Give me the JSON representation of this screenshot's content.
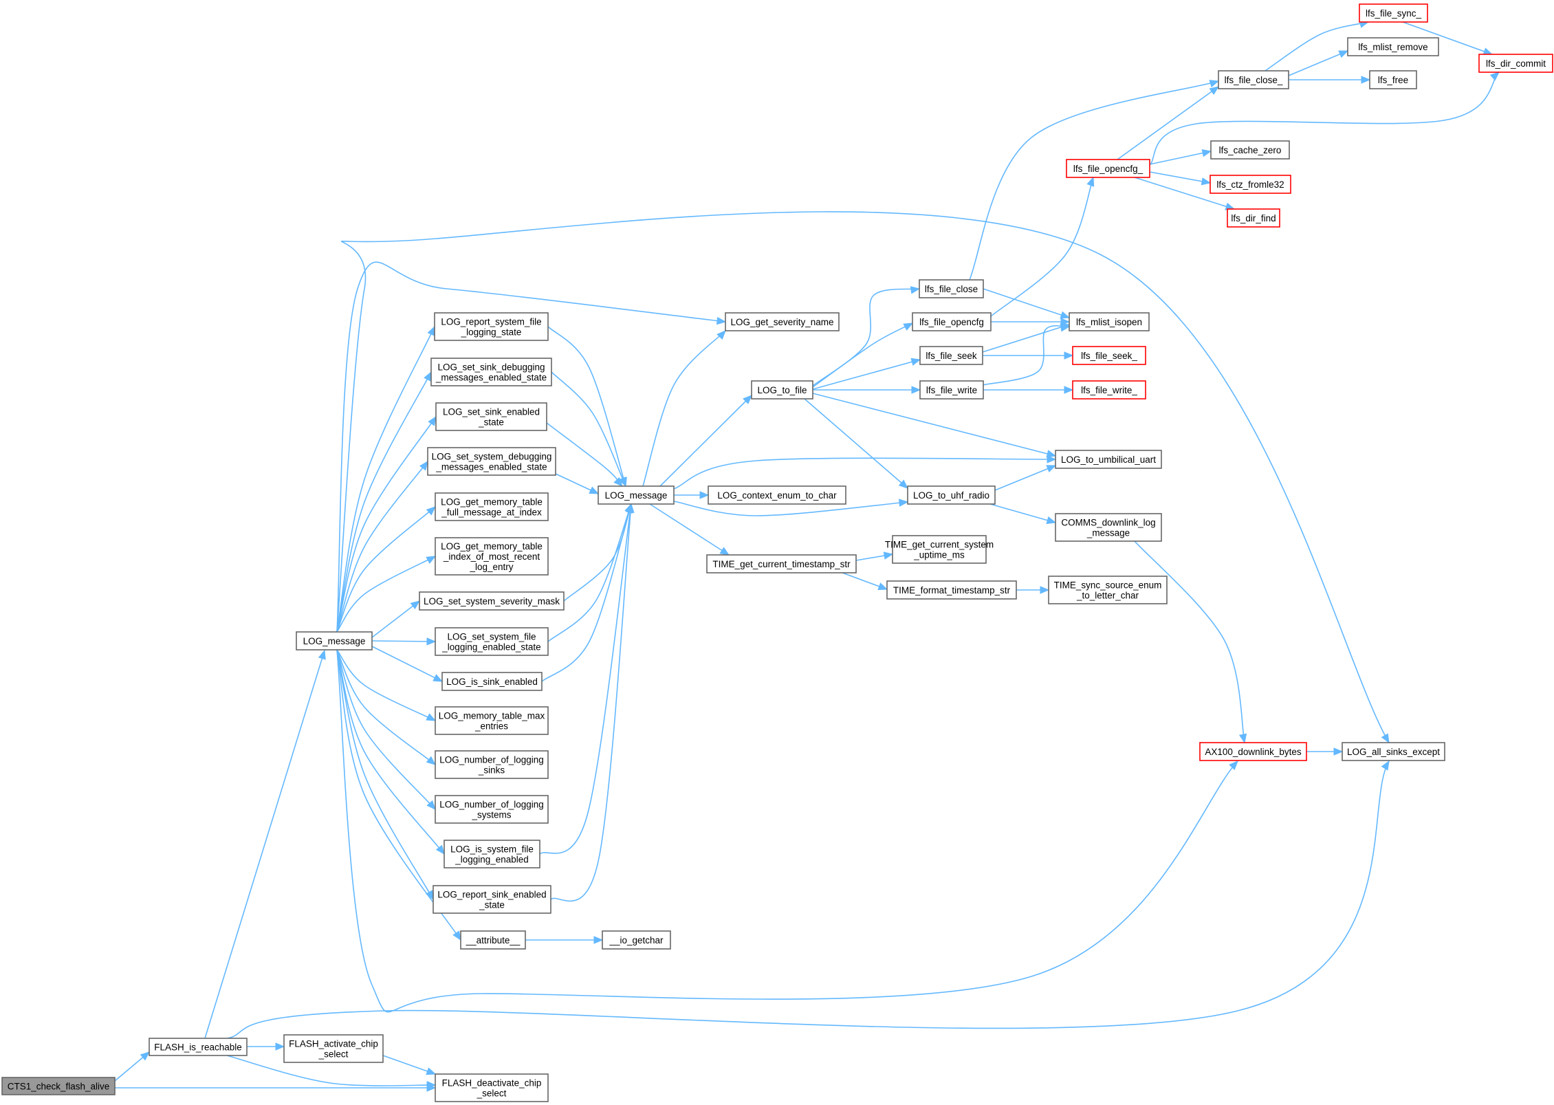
{
  "graph": {
    "nodes": {
      "cts1_check_flash_alive": {
        "lines": [
          "CTS1_check_flash_alive"
        ],
        "style": "root"
      },
      "flash_is_reachable": {
        "lines": [
          "FLASH_is_reachable"
        ],
        "style": "normal"
      },
      "flash_activate_chip_select": {
        "lines": [
          "FLASH_activate_chip",
          "_select"
        ],
        "style": "normal"
      },
      "flash_deactivate_chip_select": {
        "lines": [
          "FLASH_deactivate_chip",
          "_select"
        ],
        "style": "normal"
      },
      "log_message_left": {
        "lines": [
          "LOG_message"
        ],
        "style": "normal"
      },
      "log_report_system_file_logging_state": {
        "lines": [
          "LOG_report_system_file",
          "_logging_state"
        ],
        "style": "normal"
      },
      "log_set_sink_debugging_messages_enabled_state": {
        "lines": [
          "LOG_set_sink_debugging",
          "_messages_enabled_state"
        ],
        "style": "normal"
      },
      "log_set_sink_enabled_state": {
        "lines": [
          "LOG_set_sink_enabled",
          "_state"
        ],
        "style": "normal"
      },
      "log_set_system_debugging_messages_enabled_state": {
        "lines": [
          "LOG_set_system_debugging",
          "_messages_enabled_state"
        ],
        "style": "normal"
      },
      "log_get_memory_table_full_message_at_index": {
        "lines": [
          "LOG_get_memory_table",
          "_full_message_at_index"
        ],
        "style": "normal"
      },
      "log_get_memory_table_index_of_most_recent_log_entry": {
        "lines": [
          "LOG_get_memory_table",
          "_index_of_most_recent",
          "_log_entry"
        ],
        "style": "normal"
      },
      "log_set_system_severity_mask": {
        "lines": [
          "LOG_set_system_severity_mask"
        ],
        "style": "normal"
      },
      "log_set_system_file_logging_enabled_state": {
        "lines": [
          "LOG_set_system_file",
          "_logging_enabled_state"
        ],
        "style": "normal"
      },
      "log_is_sink_enabled": {
        "lines": [
          "LOG_is_sink_enabled"
        ],
        "style": "normal"
      },
      "log_memory_table_max_entries": {
        "lines": [
          "LOG_memory_table_max",
          "_entries"
        ],
        "style": "normal"
      },
      "log_number_of_logging_sinks": {
        "lines": [
          "LOG_number_of_logging",
          "_sinks"
        ],
        "style": "normal"
      },
      "log_number_of_logging_systems": {
        "lines": [
          "LOG_number_of_logging",
          "_systems"
        ],
        "style": "normal"
      },
      "log_is_system_file_logging_enabled": {
        "lines": [
          "LOG_is_system_file",
          "_logging_enabled"
        ],
        "style": "normal"
      },
      "log_report_sink_enabled_state": {
        "lines": [
          "LOG_report_sink_enabled",
          "_state"
        ],
        "style": "normal"
      },
      "attribute": {
        "lines": [
          "__attribute__"
        ],
        "style": "normal"
      },
      "io_getchar": {
        "lines": [
          "__io_getchar"
        ],
        "style": "normal"
      },
      "log_message_mid": {
        "lines": [
          "LOG_message"
        ],
        "style": "normal"
      },
      "log_get_severity_name": {
        "lines": [
          "LOG_get_severity_name"
        ],
        "style": "normal"
      },
      "log_to_file": {
        "lines": [
          "LOG_to_file"
        ],
        "style": "normal"
      },
      "log_context_enum_to_char": {
        "lines": [
          "LOG_context_enum_to_char"
        ],
        "style": "normal"
      },
      "time_get_current_timestamp_str": {
        "lines": [
          "TIME_get_current_timestamp_str"
        ],
        "style": "normal"
      },
      "time_get_current_system_uptime_ms": {
        "lines": [
          "TIME_get_current_system",
          "_uptime_ms"
        ],
        "style": "normal"
      },
      "time_format_timestamp_str": {
        "lines": [
          "TIME_format_timestamp_str"
        ],
        "style": "normal"
      },
      "time_sync_source_enum_to_letter_char": {
        "lines": [
          "TIME_sync_source_enum",
          "_to_letter_char"
        ],
        "style": "normal"
      },
      "lfs_file_close": {
        "lines": [
          "lfs_file_close"
        ],
        "style": "normal"
      },
      "lfs_file_opencfg": {
        "lines": [
          "lfs_file_opencfg"
        ],
        "style": "normal"
      },
      "lfs_file_seek": {
        "lines": [
          "lfs_file_seek"
        ],
        "style": "normal"
      },
      "lfs_file_write": {
        "lines": [
          "lfs_file_write"
        ],
        "style": "normal"
      },
      "lfs_mlist_isopen": {
        "lines": [
          "lfs_mlist_isopen"
        ],
        "style": "normal"
      },
      "lfs_file_seek_": {
        "lines": [
          "lfs_file_seek_"
        ],
        "style": "red"
      },
      "lfs_file_write_": {
        "lines": [
          "lfs_file_write_"
        ],
        "style": "red"
      },
      "log_to_umbilical_uart": {
        "lines": [
          "LOG_to_umbilical_uart"
        ],
        "style": "normal"
      },
      "log_to_uhf_radio": {
        "lines": [
          "LOG_to_uhf_radio"
        ],
        "style": "normal"
      },
      "comms_downlink_log_message": {
        "lines": [
          "COMMS_downlink_log",
          "_message"
        ],
        "style": "normal"
      },
      "lfs_file_opencfg_": {
        "lines": [
          "lfs_file_opencfg_"
        ],
        "style": "red"
      },
      "lfs_file_close_": {
        "lines": [
          "lfs_file_close_"
        ],
        "style": "normal"
      },
      "lfs_file_sync_": {
        "lines": [
          "lfs_file_sync_"
        ],
        "style": "red"
      },
      "lfs_mlist_remove": {
        "lines": [
          "lfs_mlist_remove"
        ],
        "style": "normal"
      },
      "lfs_free": {
        "lines": [
          "lfs_free"
        ],
        "style": "normal"
      },
      "lfs_dir_commit": {
        "lines": [
          "lfs_dir_commit"
        ],
        "style": "red"
      },
      "lfs_cache_zero": {
        "lines": [
          "lfs_cache_zero"
        ],
        "style": "normal"
      },
      "lfs_ctz_fromle32": {
        "lines": [
          "lfs_ctz_fromle32"
        ],
        "style": "red"
      },
      "lfs_dir_find": {
        "lines": [
          "lfs_dir_find"
        ],
        "style": "red"
      },
      "ax100_downlink_bytes": {
        "lines": [
          "AX100_downlink_bytes"
        ],
        "style": "red"
      },
      "log_all_sinks_except": {
        "lines": [
          "LOG_all_sinks_except"
        ],
        "style": "normal"
      }
    }
  }
}
